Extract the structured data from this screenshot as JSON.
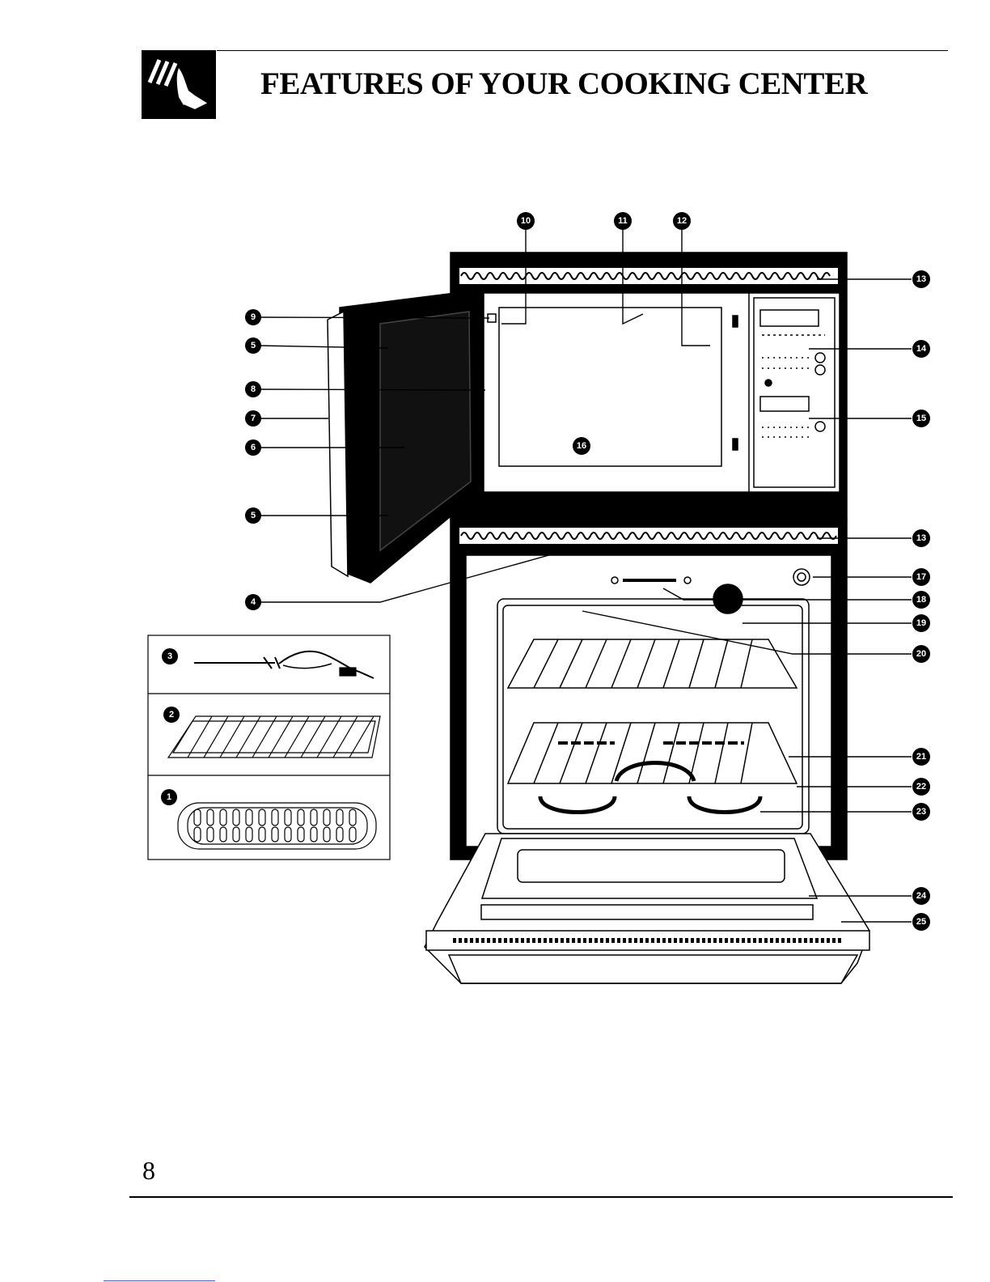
{
  "header": {
    "title": "FEATURES OF YOUR COOKING CENTER",
    "logo_icon": "hand-pointing-icon"
  },
  "diagram": {
    "callouts": [
      "1",
      "2",
      "3",
      "4",
      "5",
      "5",
      "6",
      "7",
      "8",
      "9",
      "10",
      "11",
      "12",
      "13",
      "13",
      "14",
      "15",
      "16",
      "17",
      "18",
      "19",
      "20",
      "21",
      "22",
      "23",
      "24",
      "25"
    ]
  },
  "footer": {
    "page_number": "8"
  }
}
